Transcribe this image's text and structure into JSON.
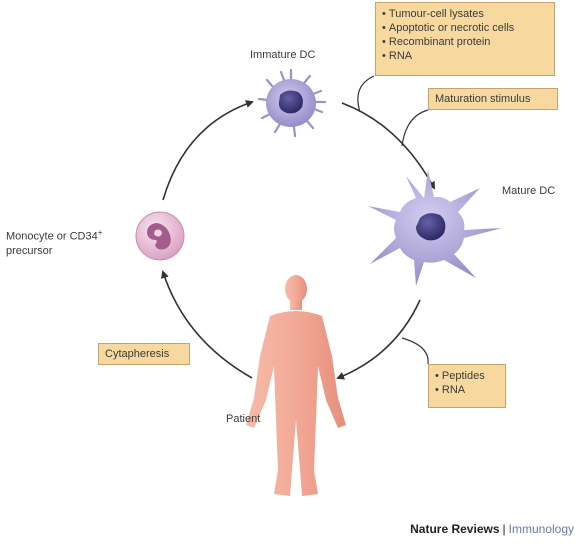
{
  "labels": {
    "immature_dc": "Immature DC",
    "mature_dc": "Mature DC",
    "monocyte_line1": "Monocyte or CD34",
    "monocyte_sup": "+",
    "monocyte_line2": "precursor",
    "patient": "Patient"
  },
  "boxes": {
    "antigen_sources": [
      "Tumour-cell lysates",
      "Apoptotic or necrotic cells",
      "Recombinant protein",
      "RNA"
    ],
    "maturation": "Maturation stimulus",
    "cytapheresis": "Cytapheresis",
    "peptides": [
      "Peptides",
      "RNA"
    ]
  },
  "credit": {
    "journal": "Nature Reviews",
    "separator": "|",
    "subject": "Immunology"
  },
  "colors": {
    "box_fill": "#f7d9a0",
    "box_border": "#c9a16a",
    "dc_cell": "#a59ed2",
    "dc_nucleus": "#3a3578",
    "monocyte": "#e3b4cf",
    "patient_body": "#eea190",
    "arrow": "#333333"
  }
}
